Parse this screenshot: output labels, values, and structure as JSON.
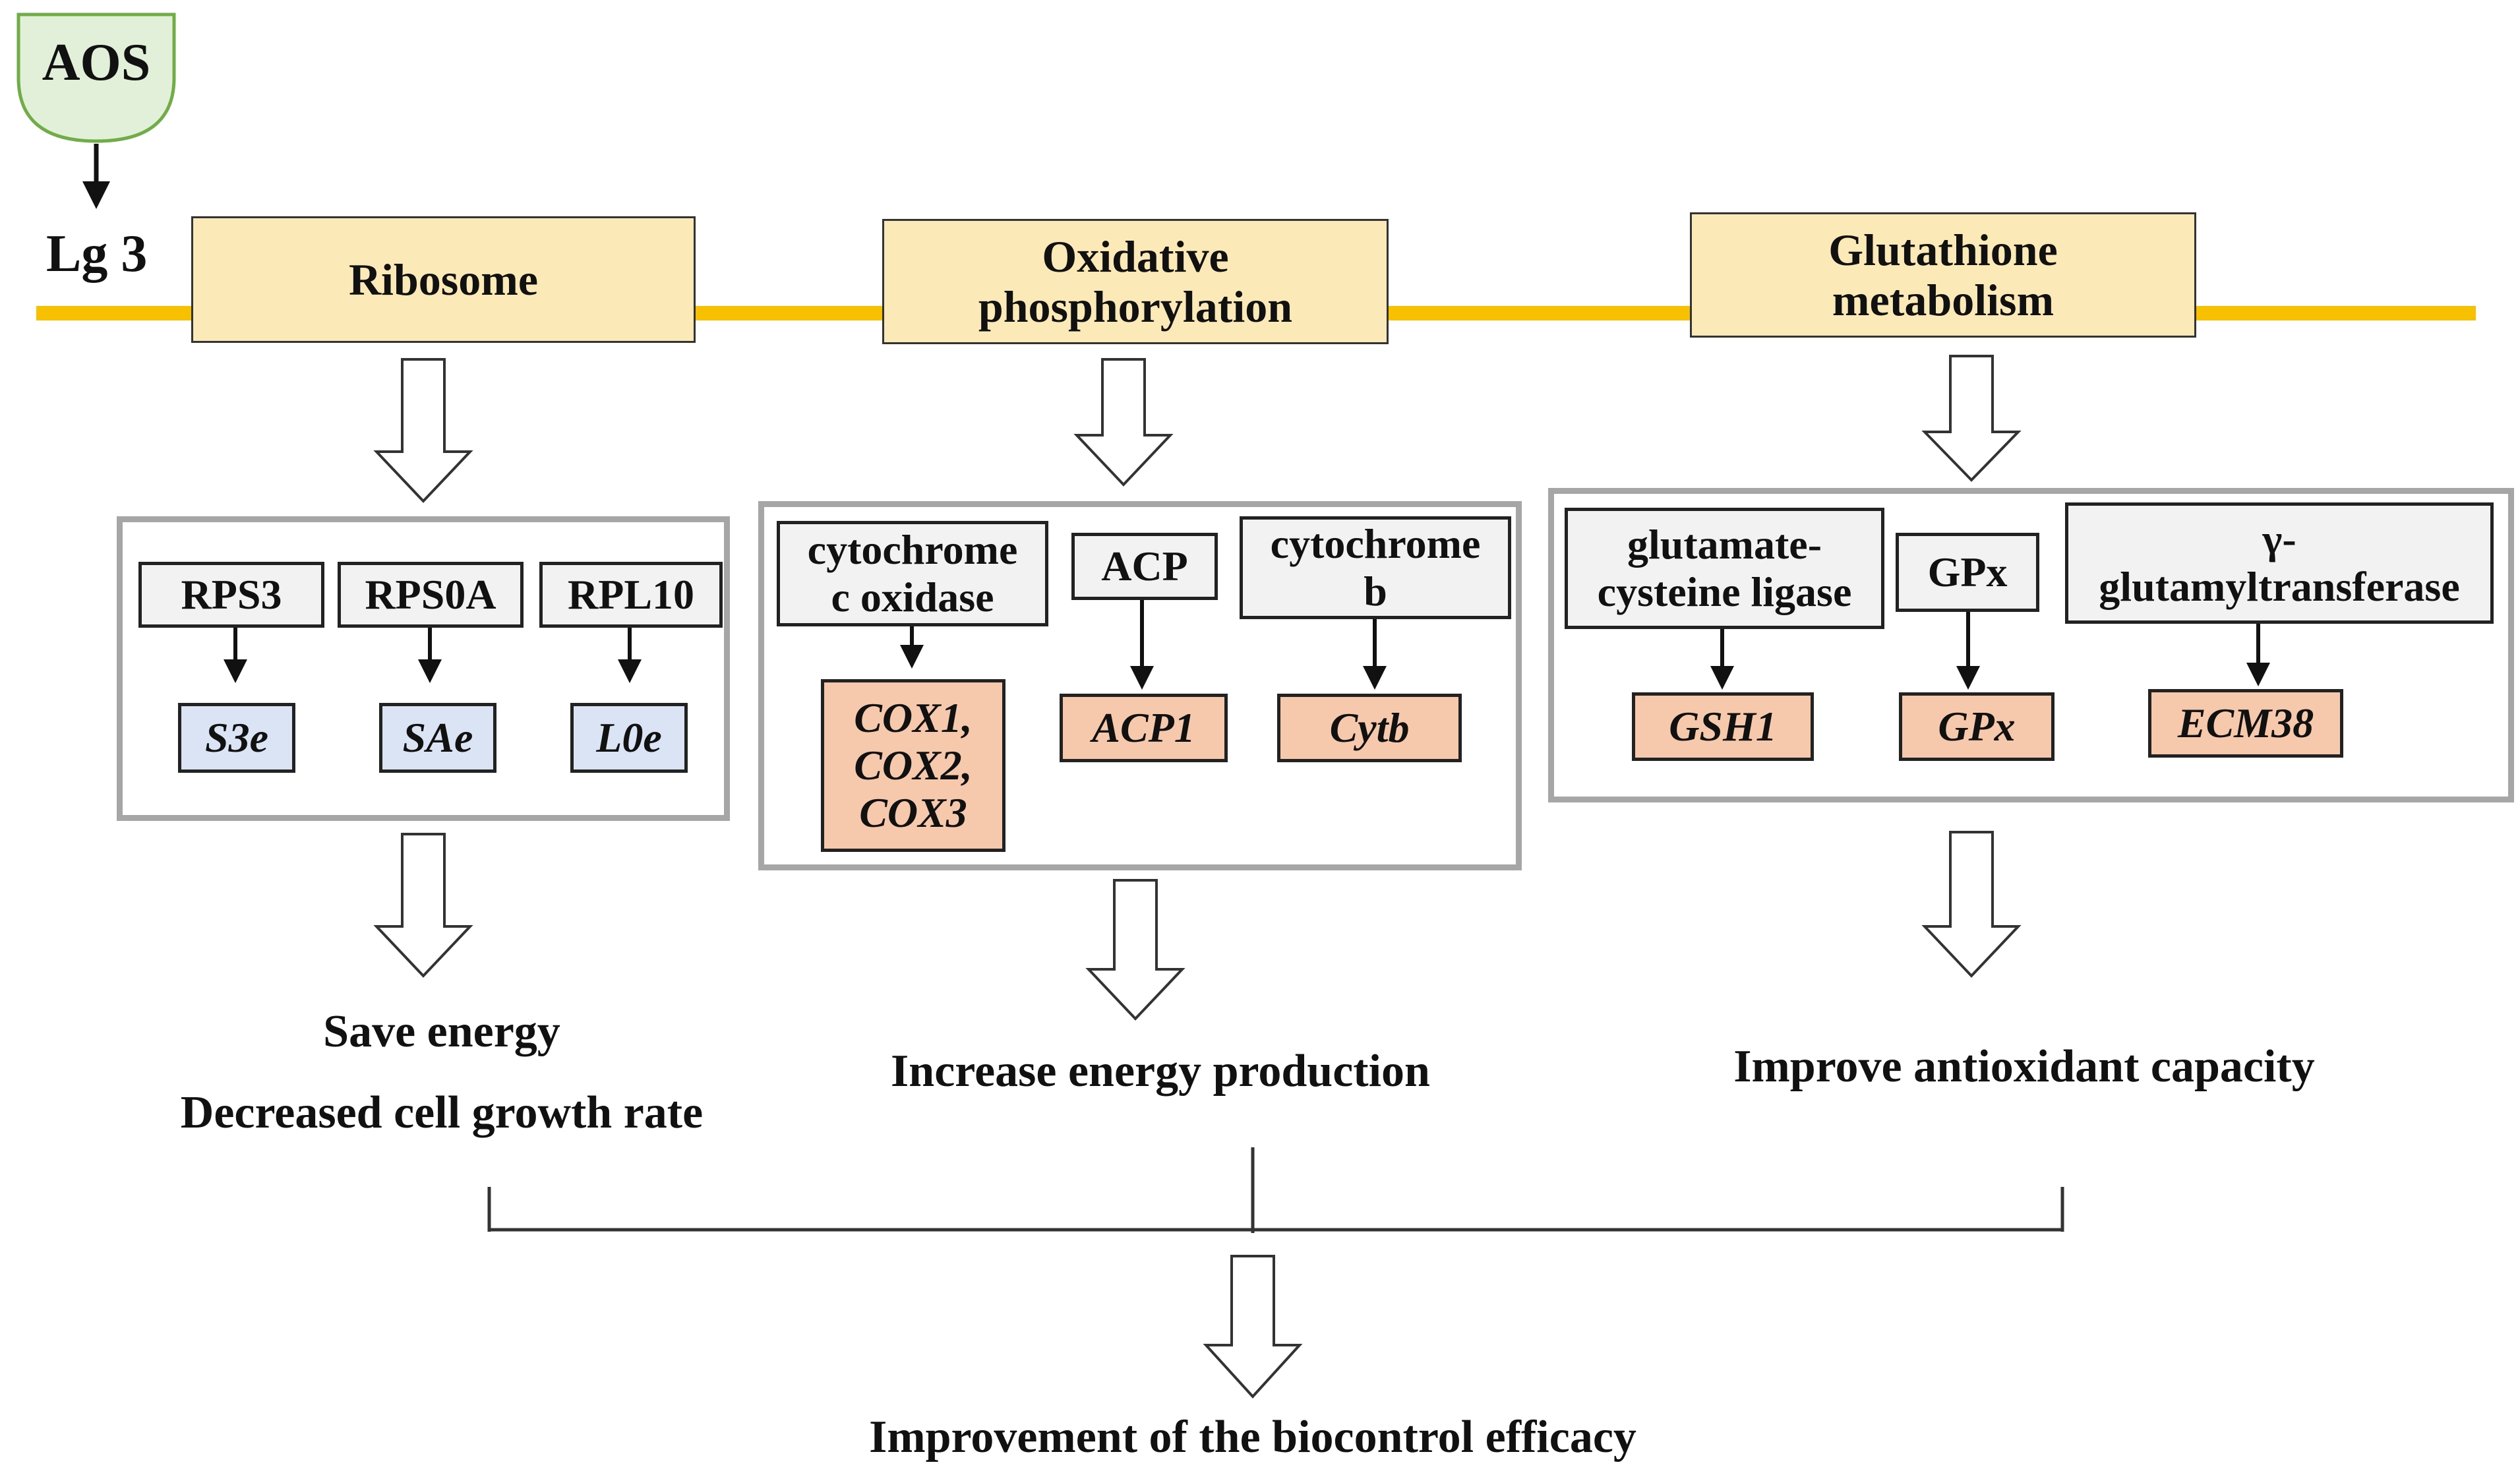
{
  "inducer": "AOS",
  "strain": "Lg 3",
  "pathways": [
    {
      "name": "Ribosome",
      "enzymes": [
        {
          "name": "RPS3",
          "gene": "S3e"
        },
        {
          "name": "RPS0A",
          "gene": "SAe"
        },
        {
          "name": "RPL10",
          "gene": "L0e"
        }
      ],
      "outcome_lines": [
        "Save energy",
        "Decreased cell growth rate"
      ]
    },
    {
      "name": "Oxidative phosphorylation",
      "enzymes": [
        {
          "name": "cytochrome c oxidase",
          "gene": "COX1, COX2, COX3"
        },
        {
          "name": "ACP",
          "gene": "ACP1"
        },
        {
          "name": "cytochrome b",
          "gene": "Cytb"
        }
      ],
      "outcome_lines": [
        "Increase energy production"
      ]
    },
    {
      "name": "Glutathione metabolism",
      "enzymes": [
        {
          "name": "glutamate-cysteine ligase",
          "gene": "GSH1"
        },
        {
          "name": "GPx",
          "gene": "GPx"
        },
        {
          "name": "γ-glutamyltransferase",
          "gene": "ECM38"
        }
      ],
      "outcome_lines": [
        "Improve antioxidant capacity"
      ]
    }
  ],
  "final_outcome": "Improvement of the biocontrol efficacy",
  "colors": {
    "axis_line": "#f7c000",
    "pathway_fill": "#fbe9b7",
    "enzyme_fill": "#f2f2f2",
    "gene_fill_ribosome": "#dbe4f4",
    "gene_fill_other": "#f6c8ac",
    "group_border": "#a6a6a6",
    "leaf_fill": "#e2f0d9",
    "leaf_border": "#70ad47"
  }
}
